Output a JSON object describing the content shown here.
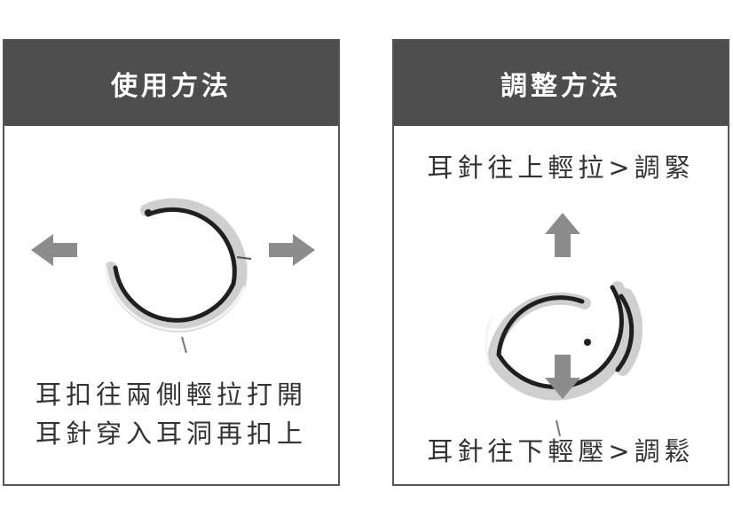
{
  "left_panel": {
    "title": "使用方法",
    "instructions": [
      "耳扣往兩側輕拉打開",
      "耳針穿入耳洞再扣上"
    ],
    "icons": {
      "left_arrow": "arrow-left-icon",
      "right_arrow": "arrow-right-icon",
      "earring": "hoop-earring-open"
    }
  },
  "right_panel": {
    "title": "調整方法",
    "top_instruction": "耳針往上輕拉>調緊",
    "bottom_instruction": "耳針往下輕壓>調鬆",
    "icons": {
      "up_arrow": "arrow-up-icon",
      "down_arrow": "arrow-down-icon",
      "earring": "hoop-earring-closed"
    }
  },
  "colors": {
    "header_bg": "#4d4d4d",
    "border": "#555555",
    "arrow": "#8c8c8c",
    "text": "#333333"
  }
}
